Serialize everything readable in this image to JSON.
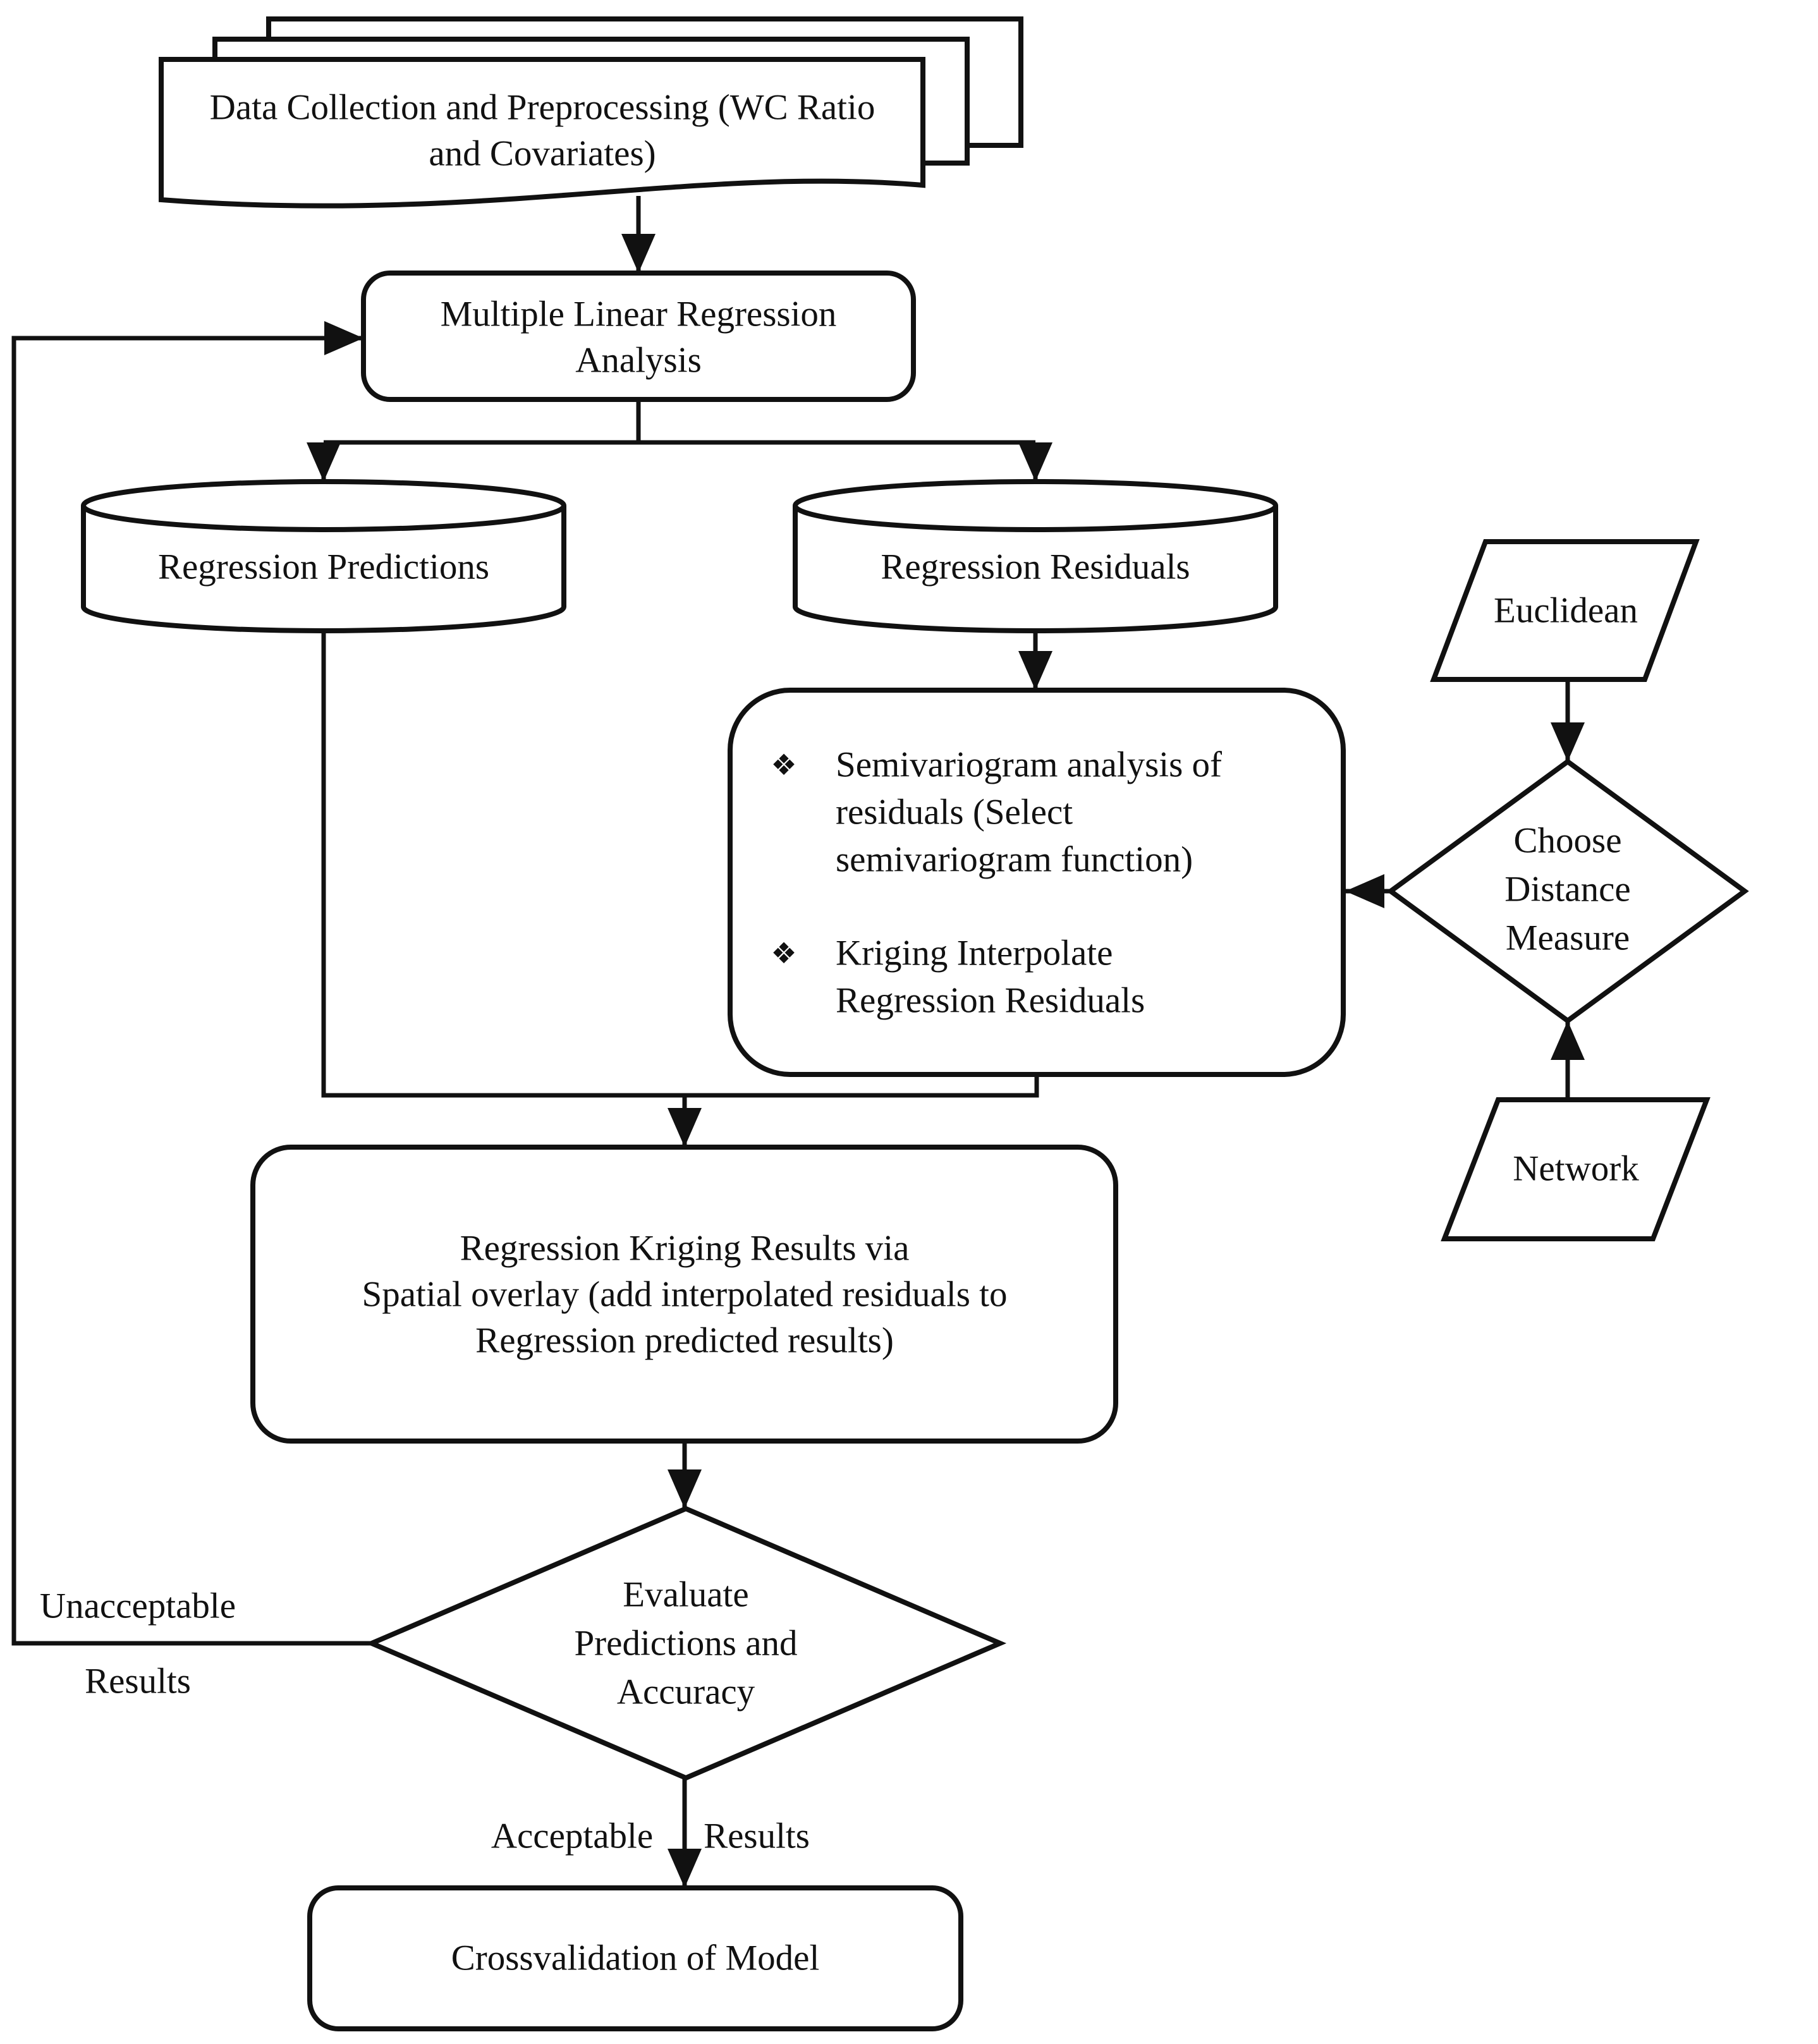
{
  "figure": {
    "kind": "flowchart",
    "background_color": "#ffffff",
    "stroke_color": "#111111",
    "text_color": "#111111",
    "nodes": {
      "data_collection": {
        "shape": "document-stack",
        "lines": [
          "Data Collection and Preprocessing (WC Ratio",
          "and Covariates)"
        ]
      },
      "multiple_linear_regression": {
        "shape": "rounded-process",
        "lines": [
          "Multiple Linear Regression",
          "Analysis"
        ]
      },
      "regression_predictions": {
        "shape": "cylinder",
        "lines": [
          "Regression Predictions"
        ]
      },
      "regression_residuals": {
        "shape": "cylinder",
        "lines": [
          "Regression Residuals"
        ]
      },
      "semivariogram_kriging": {
        "shape": "rounded-process",
        "bullet": "❖",
        "item1_lines": [
          "Semivariogram analysis of",
          "residuals (Select",
          "semivariogram function)"
        ],
        "item2_lines": [
          "Kriging Interpolate",
          "Regression Residuals"
        ]
      },
      "euclidean": {
        "shape": "parallelogram",
        "lines": [
          "Euclidean"
        ]
      },
      "choose_distance_measure": {
        "shape": "diamond",
        "lines": [
          "Choose",
          "Distance",
          "Measure"
        ]
      },
      "network": {
        "shape": "parallelogram",
        "lines": [
          "Network"
        ]
      },
      "regression_kriging_results": {
        "shape": "rounded-process",
        "lines": [
          "Regression Kriging Results via",
          "Spatial overlay (add interpolated residuals to",
          "Regression predicted results)"
        ]
      },
      "evaluate_predictions": {
        "shape": "diamond",
        "lines": [
          "Evaluate",
          "Predictions and",
          "Accuracy"
        ]
      },
      "crossvalidation": {
        "shape": "rounded-process",
        "lines": [
          "Crossvalidation of Model"
        ]
      }
    },
    "edge_labels": {
      "unacceptable": [
        "Unacceptable",
        "Results"
      ],
      "acceptable": [
        "Acceptable",
        "Results"
      ]
    }
  }
}
